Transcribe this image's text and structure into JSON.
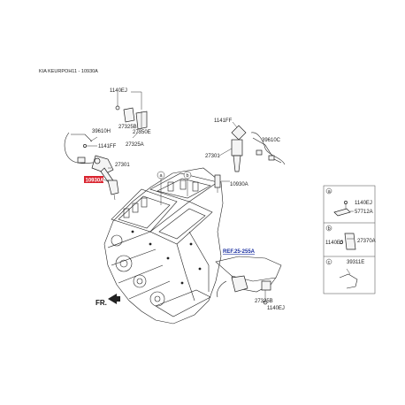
{
  "header": {
    "title": "KIA KEURPOH11 - 10930A"
  },
  "labels": {
    "p1140ej_top": "1140EJ",
    "p27325b_top": "27325B",
    "p27350e": "27350E",
    "p27325a": "27325A",
    "p39610h": "39610H",
    "p1141ff_left": "1141FF",
    "p27301_left": "27301",
    "p10930a_left": "10930A",
    "p1141ff_right": "1141FF",
    "p39610c": "39610C",
    "p27301_right": "27301",
    "p10930a_right": "10930A",
    "ref": "REF.25-255A",
    "p27325b_bottom": "27325B",
    "p1140ej_bottom": "1140EJ",
    "fr": "FR."
  },
  "callouts": {
    "a": "a",
    "b": "b"
  },
  "legend": {
    "a": {
      "letter": "a",
      "parts": [
        "1140EJ",
        "57712A"
      ]
    },
    "b": {
      "letter": "b",
      "parts": [
        "1140EJ",
        "27370A"
      ]
    },
    "c": {
      "letter": "c",
      "parts": [
        "39311E"
      ]
    }
  },
  "colors": {
    "highlight": "#d9232e",
    "ref_link": "#1a2fa0"
  }
}
